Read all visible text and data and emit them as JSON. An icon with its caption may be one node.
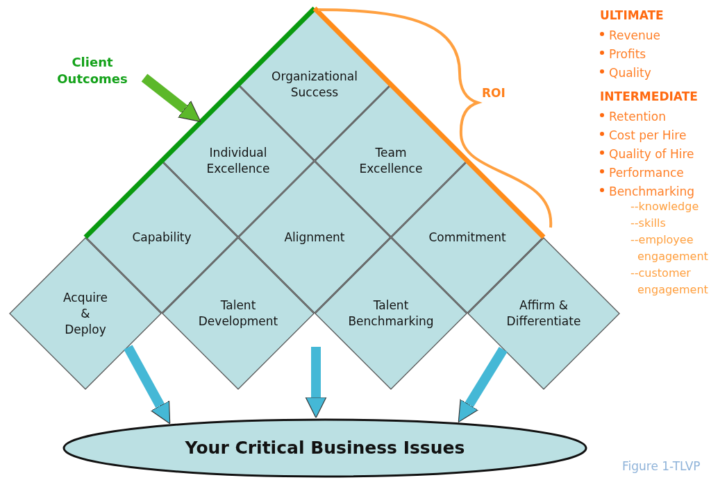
{
  "diagram": {
    "caption": "Figure 1-TLVP",
    "nodes": [
      {
        "text": [
          "Organizational Success"
        ]
      },
      {
        "text": [
          "Individual Excellence"
        ]
      },
      {
        "text": [
          "Team Excellence"
        ]
      },
      {
        "text": [
          "Capability"
        ]
      },
      {
        "text": [
          "Alignment"
        ]
      },
      {
        "text": [
          "Commitment"
        ]
      },
      {
        "text": [
          "Acquire & Deploy"
        ]
      },
      {
        "text": [
          "Talent Development"
        ]
      },
      {
        "text": [
          "Talent Benchmarking"
        ]
      },
      {
        "text": [
          "Affirm & Differentiate"
        ]
      },
      {
        "text": [
          "Your Critical Business Issues"
        ]
      },
      {
        "text": [
          "Client Outcomes"
        ]
      }
    ],
    "edges": [
      {
        "from": 6,
        "to": 10,
        "arrow": "to"
      },
      {
        "from": null,
        "to": 10,
        "arrow": "to"
      },
      {
        "from": 9,
        "to": 10,
        "arrow": "to"
      },
      {
        "from": 11,
        "to": 1,
        "arrow": "to",
        "color": "#5cb82a"
      }
    ],
    "labels": [
      "ROI",
      "ULTIMATE",
      "Revenue",
      "Profits",
      "Quality",
      "INTERMEDIATE",
      "Retention",
      "Cost per Hire",
      "Quality of Hire",
      "Performance",
      "Benchmarking",
      "--knowledge",
      "--skills",
      "--employee engagement",
      "--customer engagement"
    ]
  }
}
